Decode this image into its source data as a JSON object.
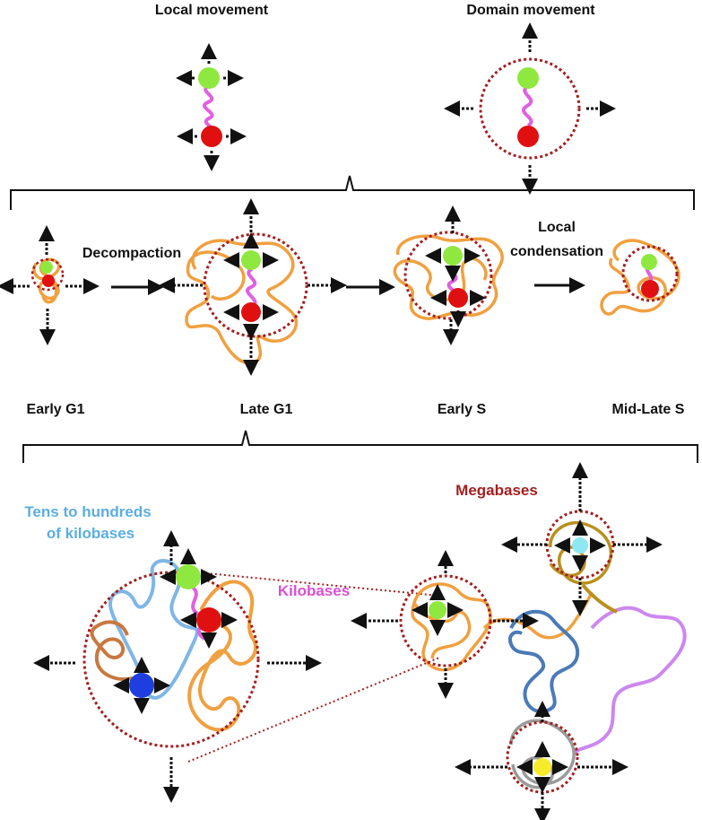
{
  "header": {
    "local_movement": "Local movement",
    "domain_movement": "Domain movement"
  },
  "timeline": {
    "decompaction": "Decompaction",
    "local_condensation_line1": "Local",
    "local_condensation_line2": "condensation",
    "stages": [
      "Early G1",
      "Late G1",
      "Early S",
      "Mid-Late S"
    ]
  },
  "scales": {
    "tens_line1": "Tens to hundreds",
    "tens_line2": "of kilobases",
    "kilobases": "Kilobases",
    "megabases": "Megabases"
  },
  "colors": {
    "green": "#8fe83f",
    "red": "#e01010",
    "blue": "#1f3ee0",
    "cyan": "#8ee8f2",
    "yellow": "#f7ec2a",
    "orange": "#f0a040",
    "magenta_linker": "#e060e0",
    "domain_circle": "#a41f1f",
    "light_blue_chain": "#7fb6e6",
    "dark_blue_chain": "#4a7ab8",
    "violet_chain": "#cc88ee",
    "gold_chain": "#b8901e",
    "grey_chain": "#9a9a9a",
    "brown_chain": "#c87840"
  }
}
